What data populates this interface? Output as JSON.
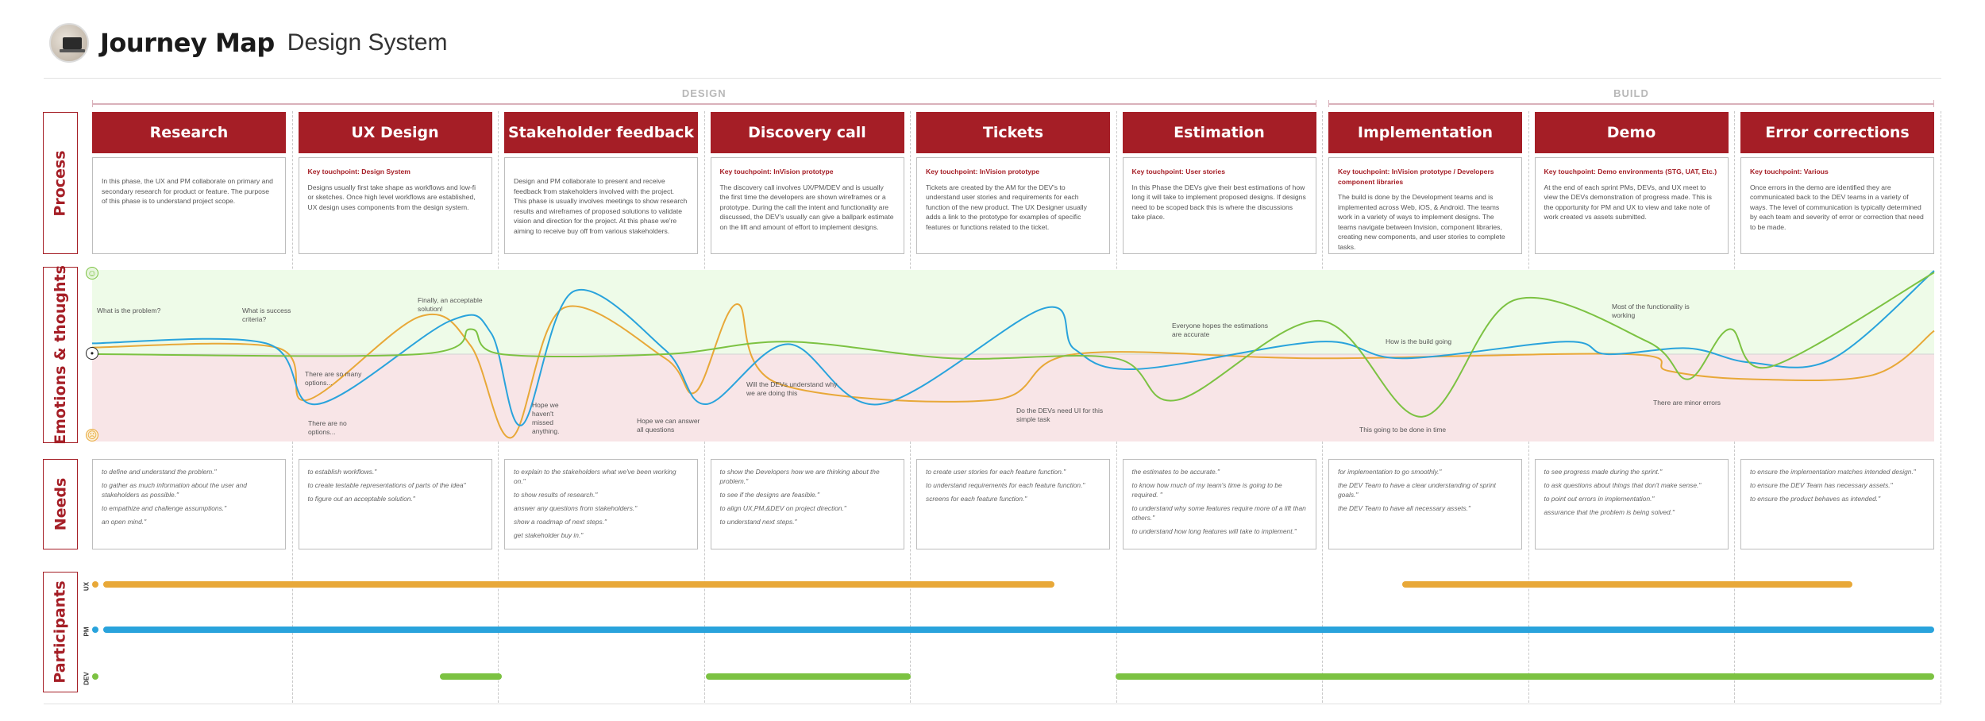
{
  "header": {
    "title": "Journey Map",
    "subtitle": "Design System"
  },
  "phases": [
    {
      "label": "DESIGN",
      "start": 0,
      "end": 6
    },
    {
      "label": "BUILD",
      "start": 6,
      "end": 9
    }
  ],
  "row_labels": {
    "process": "Process",
    "emotions": "Emotions & thoughts",
    "needs": "Needs",
    "participants": "Participants"
  },
  "stages": [
    {
      "name": "Research",
      "key": "",
      "text": "In this phase, the UX and PM collaborate on primary and secondary research for product or feature. The purpose of this phase is to understand project scope."
    },
    {
      "name": "UX Design",
      "key": "Key touchpoint: Design System",
      "text": "Designs usually first take shape as workflows and low-fi or sketches. Once high level workflows are established, UX design uses components from the design system."
    },
    {
      "name": "Stakeholder feedback",
      "key": "",
      "text": "Design and PM collaborate to present and receive feedback from stakeholders involved with the project. This phase is usually involves meetings to show research results and wireframes of proposed solutions to validate vision and direction for the project. At this phase we're aiming to receive buy off from various stakeholders."
    },
    {
      "name": "Discovery call",
      "key": "Key touchpoint: InVision prototype",
      "text": "The discovery call involves UX/PM/DEV and is usually the first time the developers are shown wireframes or a prototype. During the call the intent and functionality are discussed, the DEV's usually can give a ballpark estimate on the lift and amount of effort to implement designs."
    },
    {
      "name": "Tickets",
      "key": "Key touchpoint: InVision prototype",
      "text": "Tickets are created by the AM for the DEV's to understand user stories and requirements for each function of the new product. The UX Designer usually adds a link to the prototype for examples of specific features or functions related to the ticket."
    },
    {
      "name": "Estimation",
      "key": "Key touchpoint: User stories",
      "text": "In this Phase the DEVs give their best estimations of how long it will take to implement proposed designs. If designs need to be scoped back this is where the discussions take place."
    },
    {
      "name": "Implementation",
      "key": "Key touchpoint: InVision prototype / Developers component libraries",
      "text": "The build is done by the Development teams and is implemented across Web, iOS, & Android. The teams work in a variety of ways to implement designs. The teams navigate between Invision, component libraries, creating new components, and user stories to complete tasks."
    },
    {
      "name": "Demo",
      "key": "Key touchpoint: Demo environments (STG, UAT, Etc.)",
      "text": "At the end of each sprint PMs, DEVs, and UX meet to view the DEVs demonstration of progress made. This is the opportunity for PM and UX to view and take note of work created vs assets submitted."
    },
    {
      "name": "Error corrections",
      "key": "Key touchpoint: Various",
      "text": "Once errors in the demo are identified they are communicated back to the DEV teams in a variety of ways. The level of communication is typically determined by each team and severity of error or correction that need to be made."
    }
  ],
  "needs": [
    [
      "to define and understand the problem.\"",
      "to gather as much information about the user and stakeholders as possible.\"",
      "to empathize and challenge assumptions.\"",
      "an open mind.\""
    ],
    [
      "to establish workflows.\"",
      "to create testable representations of parts of the idea\"",
      "to figure out an acceptable solution.\""
    ],
    [
      "to explain to the stakeholders what we've been working on.\"",
      "to show results of research.\"",
      "answer any questions from stakeholders.\"",
      "show a roadmap of next steps.\"",
      "get stakeholder buy in.\""
    ],
    [
      "to show the Developers how we are thinking about the problem.\"",
      "to see if the designs are feasible.\"",
      "to align UX,PM,&DEV on project direction.\"",
      "to understand next steps.\""
    ],
    [
      "to create user stories for each feature function.\"",
      "to understand requirements for each feature function.\"",
      "screens for each feature function.\""
    ],
    [
      "the estimates to be accurate.\"",
      "to know how much of my team's time is going to be required. \"",
      "to understand why some features require more of a lift than others.\"",
      "to understand how long features will take to implement.\""
    ],
    [
      "for implementation to go smoothly.\"",
      "the DEV Team to have a clear understanding of sprint goals.\"",
      "the DEV Team to have all necessary assets.\""
    ],
    [
      "to see progress made during the sprint.\"",
      "to ask questions about things that don't make sense.\"",
      "to point out errors in implementation.\"",
      "assurance that the problem is being solved.\""
    ],
    [
      "to ensure the implementation matches intended design.\"",
      "to ensure the DEV Team has necessary assets.\"",
      "to ensure the product behaves as intended.\""
    ]
  ],
  "annotations": {
    "a1": "What is the problem?",
    "a2": "What is success criteria?",
    "a3": "There are so many options...",
    "a4": "There are no options...",
    "a5": "Finally, an acceptable solution!",
    "a6": "Hope we haven't missed anything.",
    "a7": "Hope we can answer all questions",
    "a8": "Will the DEVs understand why we are doing this",
    "a9": "Do the DEVs need UI for this simple task",
    "a10": "Everyone hopes the estimations are accurate",
    "a11": "How is the build going",
    "a12": "This going to be done in time",
    "a13": "Most of the functionality is working",
    "a14": "There are minor errors"
  },
  "emotions": {
    "colors": {
      "UX": "#e8a838",
      "PM": "#29a3dc",
      "DEV": "#7cc242"
    },
    "positive_band": "#eefbe8",
    "negative_band": "#f8e5e7",
    "series": {
      "UX": [
        [
          0,
          0.08
        ],
        [
          0.9,
          0.08
        ],
        [
          1.05,
          -0.55
        ],
        [
          1.6,
          0.45
        ],
        [
          1.85,
          0.1
        ],
        [
          2.05,
          -1
        ],
        [
          2.3,
          0.55
        ],
        [
          2.8,
          -0.05
        ],
        [
          2.95,
          -0.45
        ],
        [
          3.15,
          0.6
        ],
        [
          3.35,
          -0.35
        ],
        [
          4.4,
          -0.55
        ],
        [
          4.8,
          0
        ],
        [
          6.0,
          -0.05
        ],
        [
          7.5,
          0
        ],
        [
          7.7,
          -0.2
        ],
        [
          8.1,
          -0.3
        ],
        [
          8.7,
          -0.25
        ],
        [
          9,
          0.28
        ]
      ],
      "PM": [
        [
          0,
          0.13
        ],
        [
          0.85,
          0.13
        ],
        [
          1.1,
          -0.6
        ],
        [
          1.75,
          0.4
        ],
        [
          1.95,
          0.25
        ],
        [
          2.1,
          -0.85
        ],
        [
          2.35,
          0.75
        ],
        [
          2.8,
          0.05
        ],
        [
          3,
          -0.6
        ],
        [
          3.4,
          0.12
        ],
        [
          3.85,
          -0.6
        ],
        [
          4.65,
          0.55
        ],
        [
          4.8,
          0.06
        ],
        [
          5.1,
          -0.18
        ],
        [
          6.0,
          0.15
        ],
        [
          6.4,
          -0.05
        ],
        [
          7.2,
          0.15
        ],
        [
          7.4,
          0
        ],
        [
          7.8,
          0.07
        ],
        [
          8.1,
          -0.1
        ],
        [
          8.5,
          -0.06
        ],
        [
          9,
          1
        ]
      ],
      "DEV": [
        [
          0,
          0
        ],
        [
          1.6,
          0
        ],
        [
          1.85,
          0.3
        ],
        [
          2.0,
          0
        ],
        [
          2.8,
          0
        ],
        [
          3.4,
          0.15
        ],
        [
          4.2,
          -0.05
        ],
        [
          5.0,
          -0.05
        ],
        [
          5.3,
          -0.55
        ],
        [
          6.0,
          0.4
        ],
        [
          6.5,
          -0.75
        ],
        [
          6.95,
          0.65
        ],
        [
          7.6,
          0.15
        ],
        [
          7.8,
          -0.3
        ],
        [
          8.0,
          0.3
        ],
        [
          8.2,
          -0.15
        ],
        [
          9,
          0.98
        ]
      ]
    }
  },
  "participants": [
    {
      "label": "UX",
      "color": "#e8a838",
      "segments": [
        [
          0,
          4.7
        ],
        [
          6.4,
          8.6
        ]
      ]
    },
    {
      "label": "PM",
      "color": "#29a3dc",
      "segments": [
        [
          0,
          9
        ]
      ]
    },
    {
      "label": "DEV",
      "color": "#7cc242",
      "segments": [
        [
          1.7,
          2
        ],
        [
          3,
          4
        ],
        [
          5,
          9
        ]
      ]
    }
  ]
}
